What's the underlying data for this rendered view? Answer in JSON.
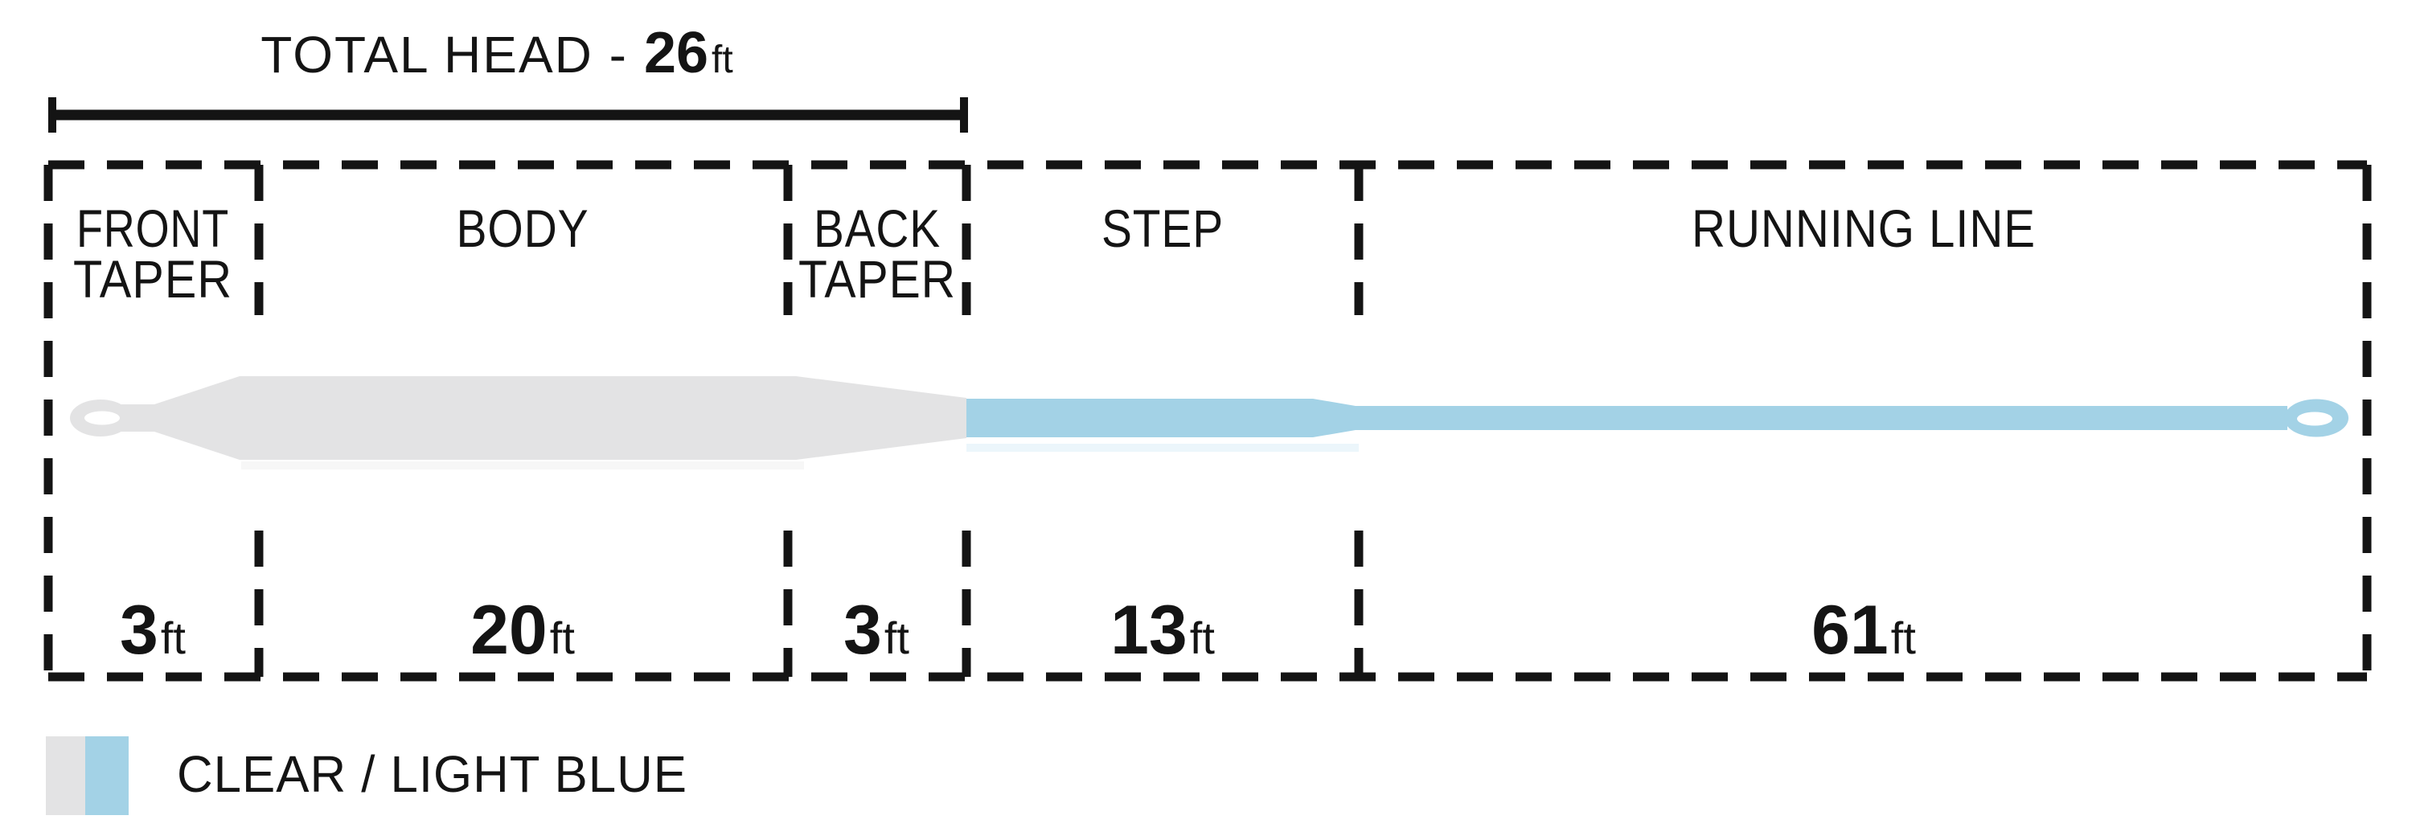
{
  "title": {
    "prefix": "TOTAL HEAD -",
    "value": "26",
    "unit": "ft"
  },
  "sections": [
    {
      "name": "front-taper",
      "label_line1": "FRONT",
      "label_line2": "TAPER",
      "length": "3",
      "unit": "ft"
    },
    {
      "name": "body",
      "label_line1": "BODY",
      "length": "20",
      "unit": "ft"
    },
    {
      "name": "back-taper",
      "label_line1": "BACK",
      "label_line2": "TAPER",
      "length": "3",
      "unit": "ft"
    },
    {
      "name": "step",
      "label_line1": "STEP",
      "length": "13",
      "unit": "ft"
    },
    {
      "name": "running-line",
      "label_line1": "RUNNING LINE",
      "length": "61",
      "unit": "ft"
    }
  ],
  "legend": {
    "label": "CLEAR / LIGHT BLUE"
  },
  "colors": {
    "clear": "#e3e3e4",
    "light_blue": "#a3d2e6",
    "loop_hole": "#ffffff",
    "ink": "#141414",
    "background": "#ffffff",
    "head_shadow": "#ededee",
    "rear_shadow": "#ddeef7"
  }
}
